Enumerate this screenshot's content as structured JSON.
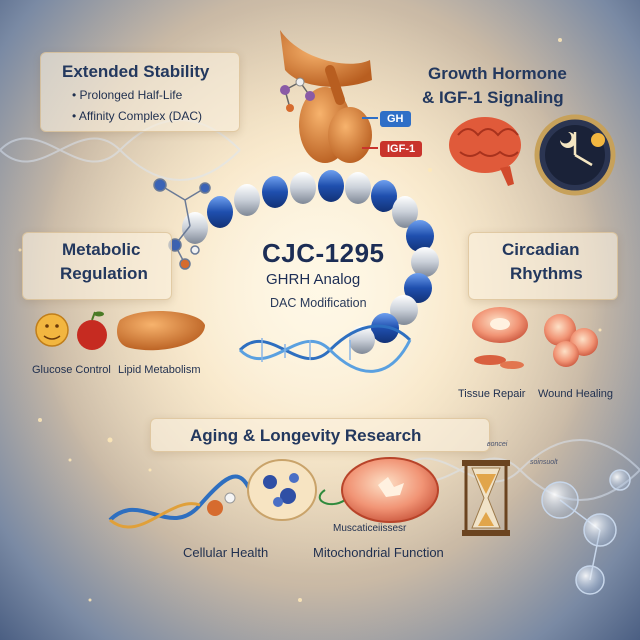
{
  "top_left": {
    "title": "Extended Stability",
    "items": [
      "Prolonged Half-Life",
      "Affinity Complex (DAC)"
    ]
  },
  "top_right": {
    "title_line1": "Growth Hormone",
    "title_line2": "& IGF-1 Signaling",
    "gh_tag": "GH",
    "igf_tag": "IGF-1"
  },
  "center": {
    "title": "CJC-1295",
    "subtitle": "GHRH Analog",
    "modification": "DAC Modification"
  },
  "mid_left": {
    "title_line1": "Metabolic",
    "title_line2": "Regulation",
    "label_glucose": "Glucose Control",
    "label_lipid": "Lipid Metabolism"
  },
  "mid_right": {
    "title_line1": "Circadian",
    "title_line2": "Rhythms",
    "label_tissue": "Tissue Repair",
    "label_wound": "Wound Healing"
  },
  "bottom": {
    "title": "Aging & Longevity Research",
    "label_cellular": "Cellular Health",
    "label_mito": "Mitochondrial Function",
    "label_muscle": "Muscaticeiissesr",
    "tiny_label_1": "ʙoncei",
    "tiny_label_2": "soinsuolt"
  },
  "colors": {
    "accent_blue": "#2457b5",
    "gh_tag": "#2f6fc7",
    "igf_tag": "#c9342c",
    "title_text": "#23385e"
  }
}
